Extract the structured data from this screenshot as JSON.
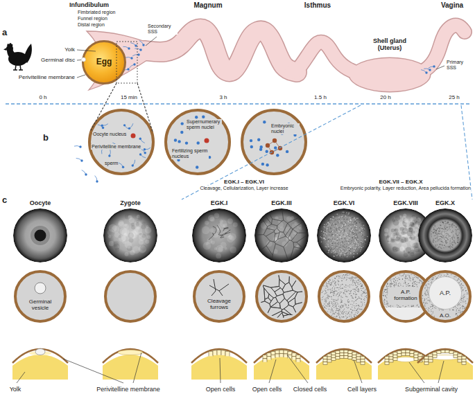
{
  "diagram": {
    "nodes": [
      {
        "text": [
          "Egg"
        ]
      },
      {
        "text": [
          "Germinal vesicle"
        ]
      },
      {
        "text": [
          "Cleavage furrows"
        ]
      },
      {
        "text": [
          "A.P. formation"
        ]
      },
      {
        "text": [
          "A.O."
        ]
      },
      {
        "text": [
          "A.P."
        ],
        "in": 4
      }
    ],
    "labels": [
      "a",
      "Infundibulum",
      "Fimbriated region",
      "Funnel region",
      "Distal region",
      "Magnum",
      "Isthmus",
      "Secondary SSS",
      "Shell gland (Uterus)",
      "Vagina",
      "Primary SSS",
      "Yolk",
      "Germinal disc",
      "Perivitelline membrane",
      "0 h",
      "15 min",
      "3 h",
      "1.5 h",
      "20 h",
      "25 h",
      "b",
      "Oocyte nucleus",
      "Perivitelline membrane",
      "sperm",
      "Fertilizing sperm nucleus",
      "Supernumerary sperm nuclei",
      "Embryonic nuclei",
      "EGK.I – EGK.VI",
      "Cleavage, Cellularization, Layer increase",
      "EGK.VII – EGK.X",
      "Embryonic polarity, Layer reduction, Area pellucida formation",
      "c",
      "Oocyte",
      "Zygote",
      "EGK.I",
      "EGK.III",
      "EGK.VI",
      "EGK.VIII",
      "EGK.X",
      "Yolk",
      "Perivitelline membrane",
      "Open cells",
      "Open cells",
      "Closed cells",
      "Cell layers",
      "Subgerminal cavity"
    ]
  }
}
